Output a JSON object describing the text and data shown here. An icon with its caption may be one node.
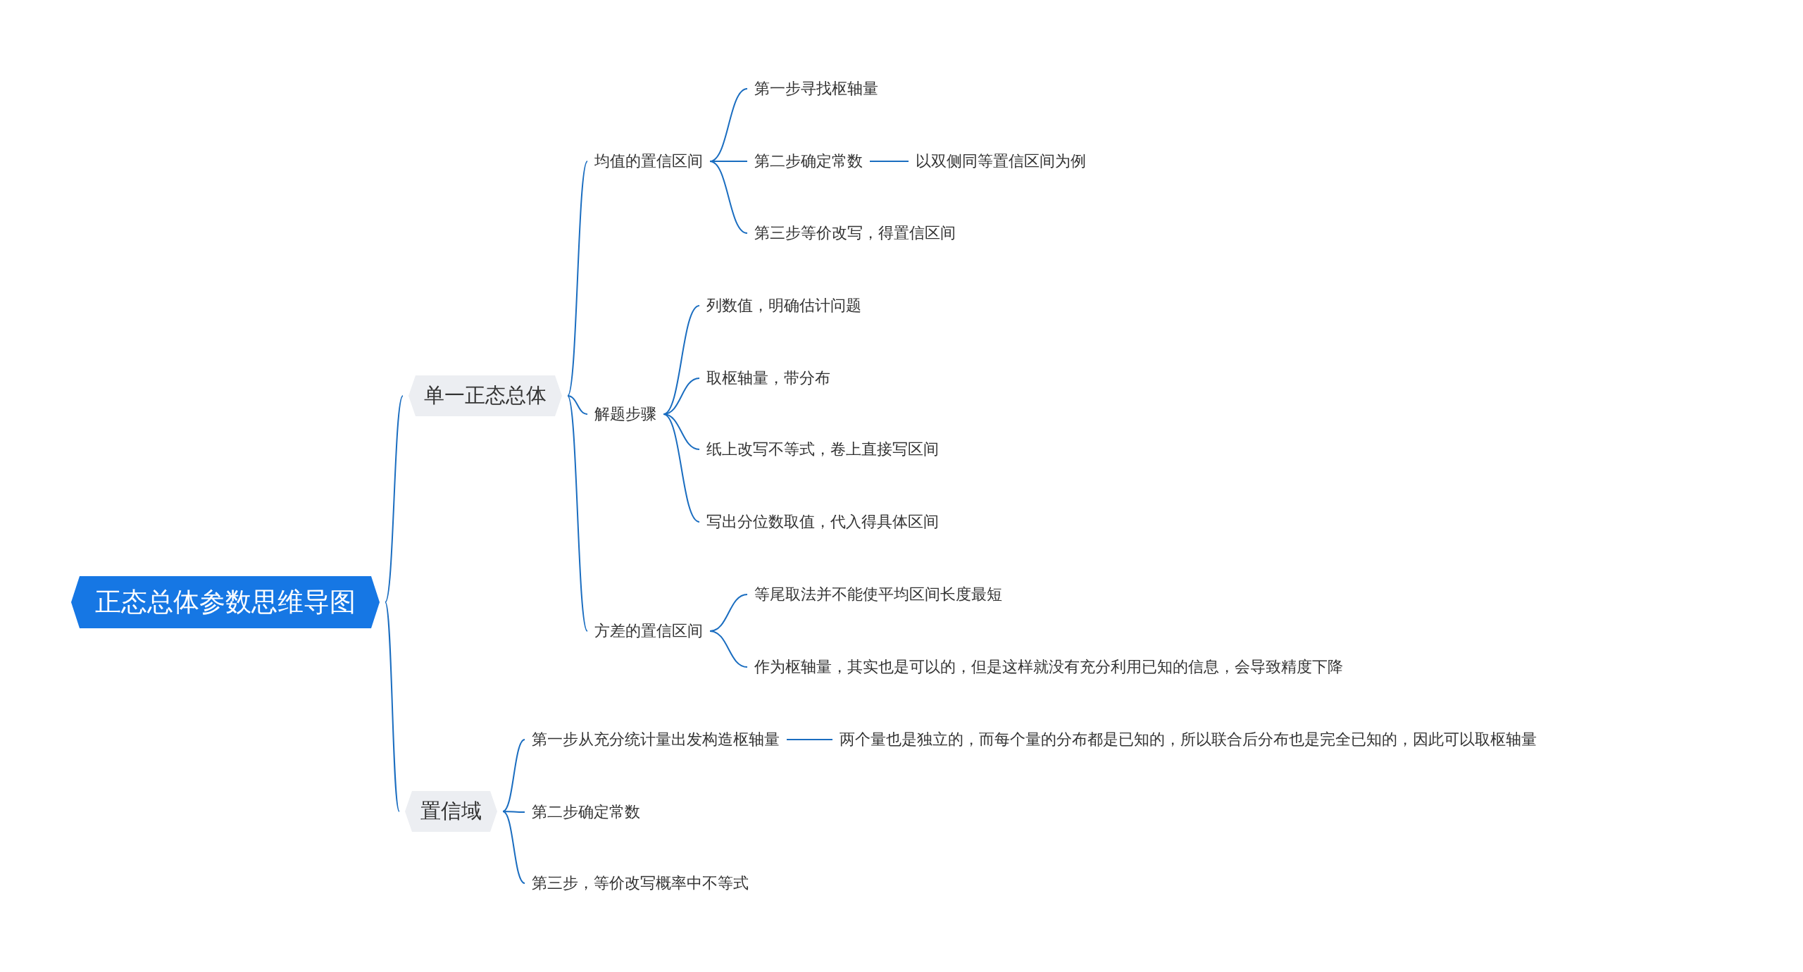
{
  "diagram": {
    "nodes": [
      {
        "text": [
          "正态总体参数思维导图"
        ]
      },
      {
        "text": [
          "单一正态总体"
        ]
      },
      {
        "text": [
          "均值的置信区间"
        ]
      },
      {
        "text": [
          "第一步寻找枢轴量"
        ]
      },
      {
        "text": [
          "第二步确定常数"
        ]
      },
      {
        "text": [
          "以双侧同等置信区间为例"
        ]
      },
      {
        "text": [
          "第三步等价改写，得置信区间"
        ]
      },
      {
        "text": [
          "解题步骤"
        ]
      },
      {
        "text": [
          "列数值，明确估计问题"
        ]
      },
      {
        "text": [
          "取枢轴量，带分布"
        ]
      },
      {
        "text": [
          "纸上改写不等式，卷上直接写区间"
        ]
      },
      {
        "text": [
          "写出分位数取值，代入得具体区间"
        ]
      },
      {
        "text": [
          "方差的置信区间"
        ]
      },
      {
        "text": [
          "等尾取法并不能使平均区间长度最短"
        ]
      },
      {
        "text": [
          "作为枢轴量，其实也是可以的，但是这样就没有充分利用已知的信息，会导致精度下降"
        ]
      },
      {
        "text": [
          "置信域"
        ]
      },
      {
        "text": [
          "第一步从充分统计量出发构造枢轴量"
        ]
      },
      {
        "text": [
          "两个量也是独立的，而每个量的分布都是已知的，所以联合后分布也是完全已知的，因此可以取枢轴量"
        ]
      },
      {
        "text": [
          "第二步确定常数"
        ]
      },
      {
        "text": [
          "第三步，等价改写概率中不等式"
        ]
      }
    ],
    "edges": [
      {
        "from": 0,
        "to": 1,
        "arrow": "none"
      },
      {
        "from": 1,
        "to": 2,
        "arrow": "none"
      },
      {
        "from": 2,
        "to": 3,
        "arrow": "none"
      },
      {
        "from": 2,
        "to": 4,
        "arrow": "none"
      },
      {
        "from": 4,
        "to": 5,
        "arrow": "none"
      },
      {
        "from": 2,
        "to": 6,
        "arrow": "none"
      },
      {
        "from": 1,
        "to": 7,
        "arrow": "none"
      },
      {
        "from": 7,
        "to": 8,
        "arrow": "none"
      },
      {
        "from": 7,
        "to": 9,
        "arrow": "none"
      },
      {
        "from": 7,
        "to": 10,
        "arrow": "none"
      },
      {
        "from": 7,
        "to": 11,
        "arrow": "none"
      },
      {
        "from": 1,
        "to": 12,
        "arrow": "none"
      },
      {
        "from": 12,
        "to": 13,
        "arrow": "none"
      },
      {
        "from": 12,
        "to": 14,
        "arrow": "none"
      },
      {
        "from": 0,
        "to": 15,
        "arrow": "none"
      },
      {
        "from": 15,
        "to": 16,
        "arrow": "none"
      },
      {
        "from": 16,
        "to": 17,
        "arrow": "none"
      },
      {
        "from": 15,
        "to": 18,
        "arrow": "none"
      },
      {
        "from": 15,
        "to": 19,
        "arrow": "none"
      }
    ]
  }
}
